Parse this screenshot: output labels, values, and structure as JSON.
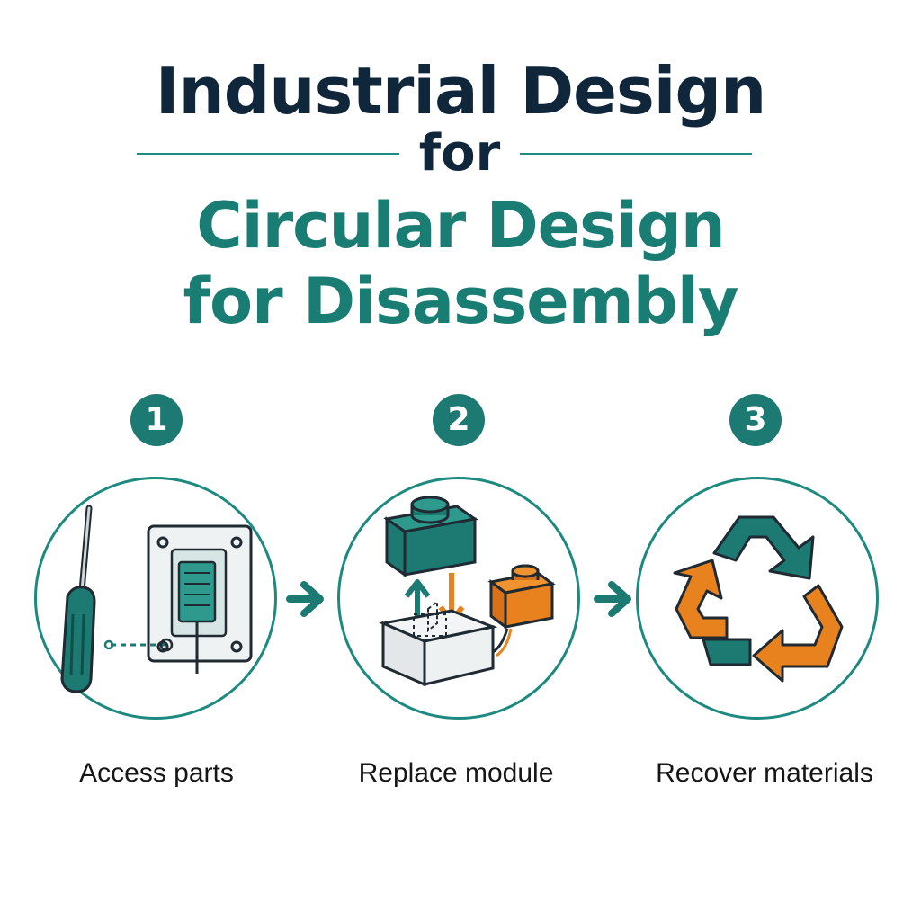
{
  "title": {
    "line1": "Industrial Design",
    "connector": "for",
    "line2": "Circular Design",
    "line3": "for Disassembly"
  },
  "colors": {
    "teal": "#1c7a72",
    "teal_light": "#2e9a8e",
    "orange": "#e8821e",
    "navy": "#10263a",
    "outline": "#1f2a33"
  },
  "steps": [
    {
      "number": "1",
      "label": "Access parts",
      "icon": "screwdriver-panel-icon"
    },
    {
      "number": "2",
      "label": "Replace module",
      "icon": "swap-module-icon"
    },
    {
      "number": "3",
      "label": "Recover materials",
      "icon": "recycle-icon"
    }
  ]
}
